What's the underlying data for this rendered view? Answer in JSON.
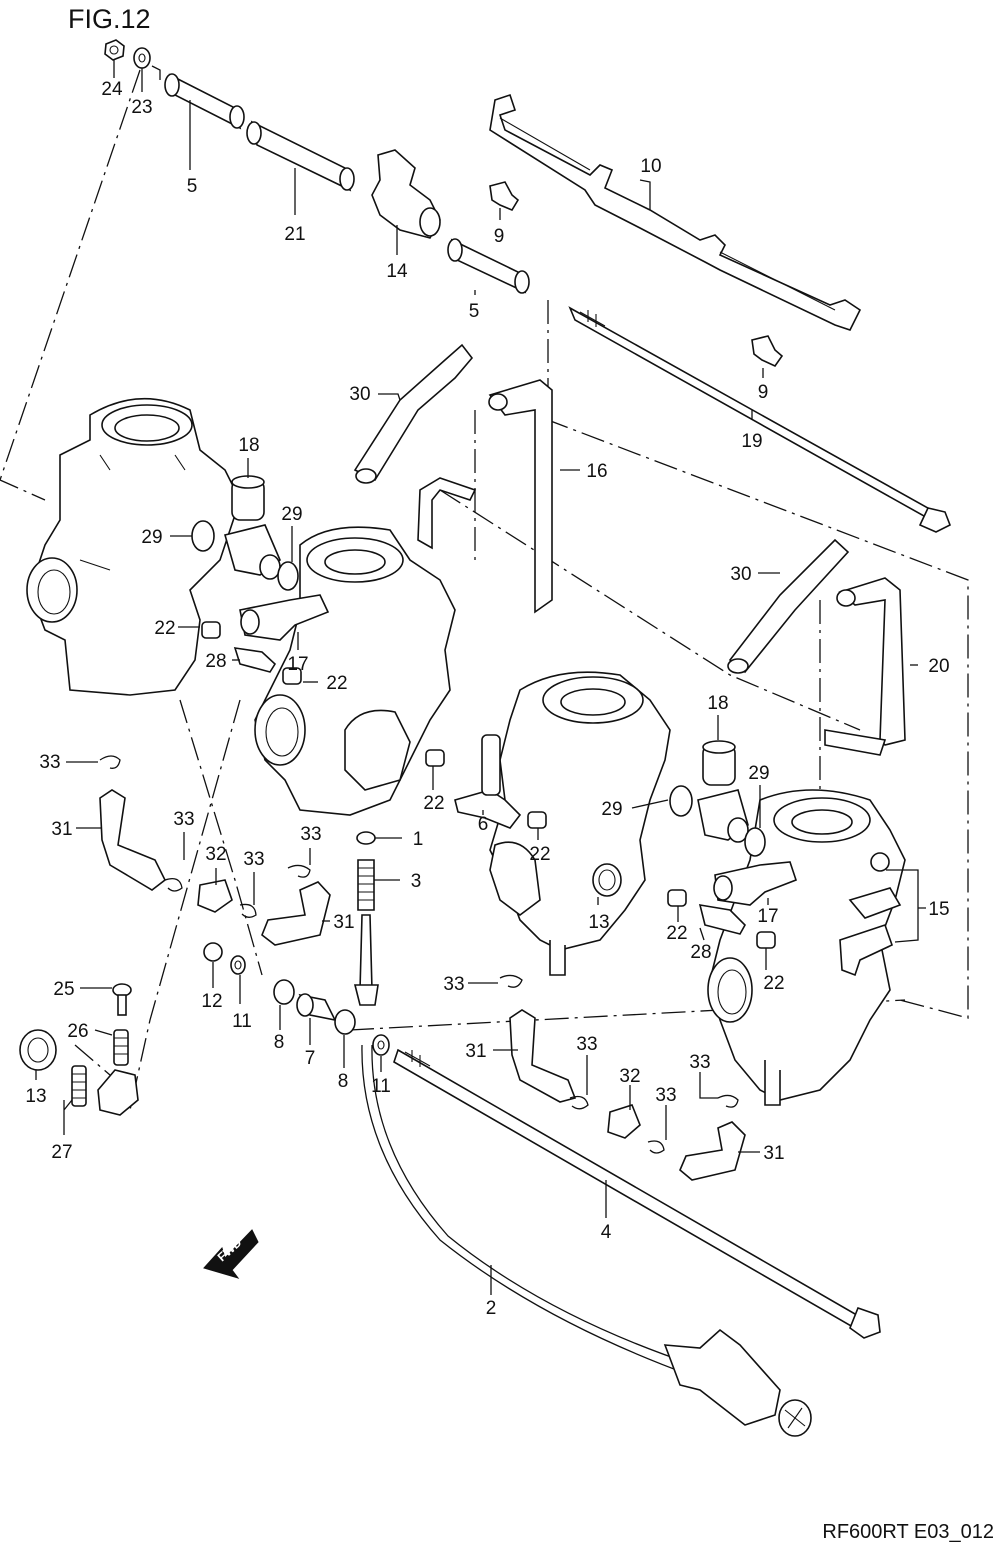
{
  "figure_title": "FIG.12",
  "model_code": "RF600RT E03_012",
  "fwd_label": "FWD",
  "callouts": [
    "1",
    "2",
    "3",
    "4",
    "5",
    "6",
    "7",
    "8",
    "9",
    "10",
    "11",
    "12",
    "13",
    "14",
    "15",
    "16",
    "17",
    "18",
    "19",
    "20",
    "21",
    "22",
    "23",
    "24",
    "25",
    "26",
    "27",
    "28",
    "29",
    "30",
    "31",
    "32",
    "33"
  ]
}
